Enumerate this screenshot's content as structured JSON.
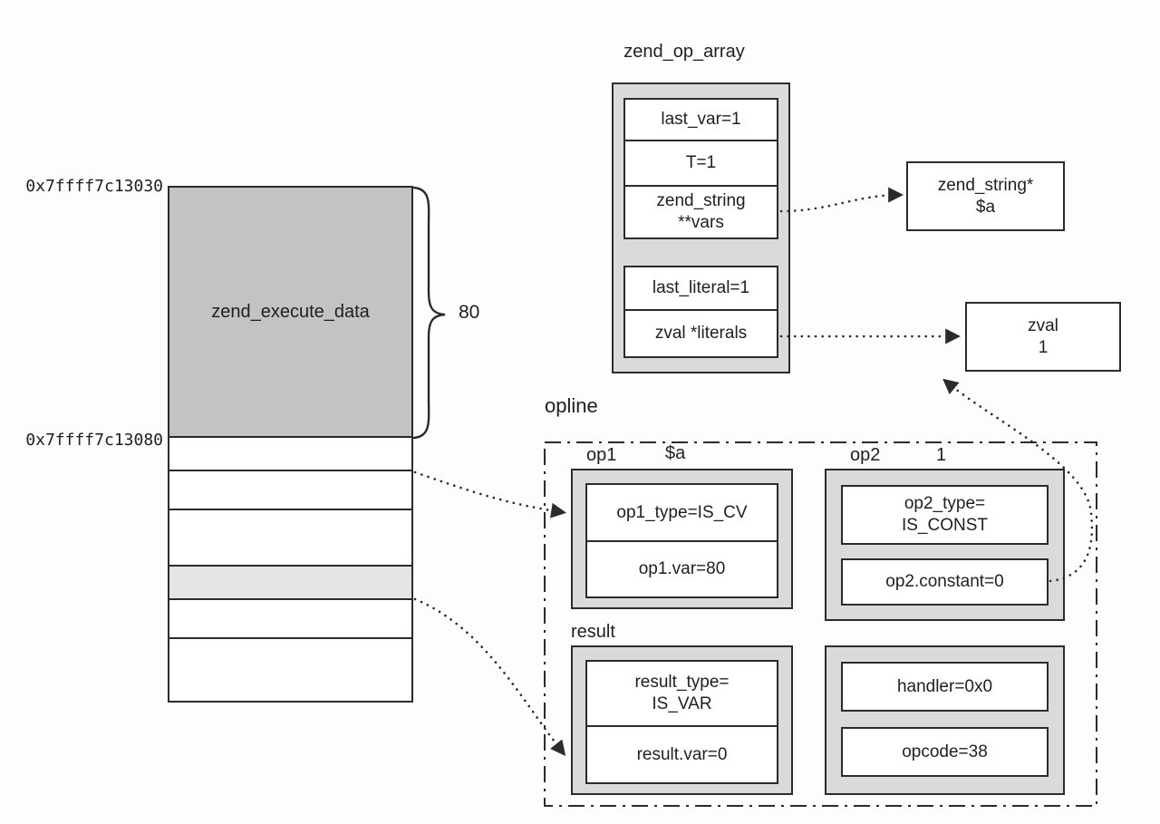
{
  "memory": {
    "address_top": "0x7ffff7c13030",
    "address_bottom": "0x7ffff7c13080",
    "region_label": "zend_execute_data",
    "size_label": "80"
  },
  "op_array": {
    "title": "zend_op_array",
    "rows_a": [
      "last_var=1",
      "T=1",
      "zend_string\n**vars"
    ],
    "rows_b": [
      "last_literal=1",
      "zval *literals"
    ]
  },
  "zend_string_box": {
    "text": "zend_string*\n$a"
  },
  "zval_box": {
    "text": "zval\n1"
  },
  "opline": {
    "title": "opline",
    "op1": {
      "label": "op1",
      "operand": "$a",
      "rows": [
        "op1_type=IS_CV",
        "op1.var=80"
      ]
    },
    "op2": {
      "label": "op2",
      "operand": "1",
      "rows": [
        "op2_type=\nIS_CONST",
        "op2.constant=0"
      ]
    },
    "result": {
      "label": "result",
      "rows": [
        "result_type=\nIS_VAR",
        "result.var=0"
      ]
    },
    "handler": {
      "rows": [
        "handler=0x0",
        "opcode=38"
      ]
    }
  },
  "colors": {
    "line": "#2b2b2b",
    "block_gray": "#c3c3c3",
    "highlight_gray": "#e4e4e4",
    "panel_gray": "#dadada"
  }
}
